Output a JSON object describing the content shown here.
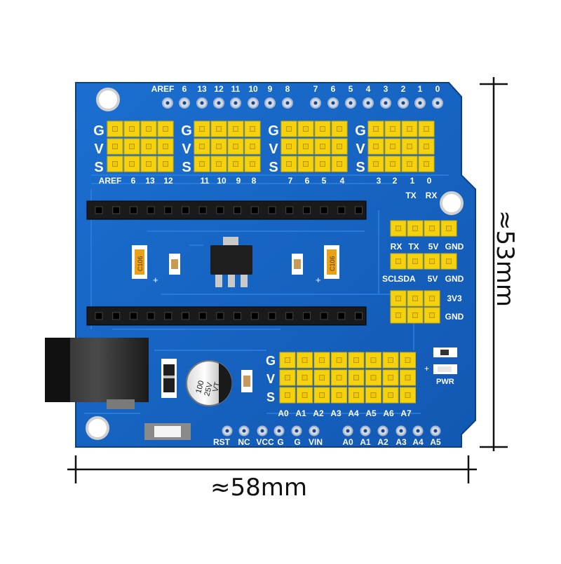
{
  "dimensions": {
    "width": "≈58mm",
    "height": "≈53mm"
  },
  "board": {
    "colors": {
      "pcb": "#1565c0",
      "pcb_dark": "#0d47a1",
      "header_yellow": "#f5d20c",
      "header_black": "#1a1a1a",
      "silkscreen": "#ffffff",
      "pad": "#d9d9d9"
    },
    "gvs": [
      "G",
      "V",
      "S"
    ],
    "top_edge_pins": [
      "AREF",
      "6",
      "13",
      "12",
      "11",
      "10",
      "9",
      "8",
      "7",
      "6",
      "5",
      "4",
      "3",
      "2",
      "1",
      "0"
    ],
    "block_labels": {
      "b1": [
        "AREF",
        "6",
        "13",
        "12"
      ],
      "b2": [
        "11",
        "10",
        "9",
        "8"
      ],
      "b3": [
        "7",
        "6",
        "5",
        "4"
      ],
      "b4": [
        "3",
        "2",
        "1",
        "0"
      ]
    },
    "txrx": [
      "TX",
      "RX"
    ],
    "uart_header": [
      "RX",
      "TX",
      "5V",
      "GND"
    ],
    "i2c_header": [
      "SCL",
      "SDA",
      "5V",
      "GND"
    ],
    "power33": [
      "3V3",
      "GND"
    ],
    "cap_label": "C106",
    "plus": "+",
    "analog_labels": [
      "A0",
      "A1",
      "A2",
      "A3",
      "A4",
      "A5",
      "A6",
      "A7"
    ],
    "bottom_left_pins": [
      "RST",
      "NC",
      "VCC",
      "G",
      "G",
      "VIN"
    ],
    "bottom_right_pins": [
      "A0",
      "A1",
      "A2",
      "A3",
      "A4",
      "A5"
    ],
    "electrolytic": [
      "100",
      "25V",
      "VT"
    ],
    "pwr_label": "PWR"
  }
}
